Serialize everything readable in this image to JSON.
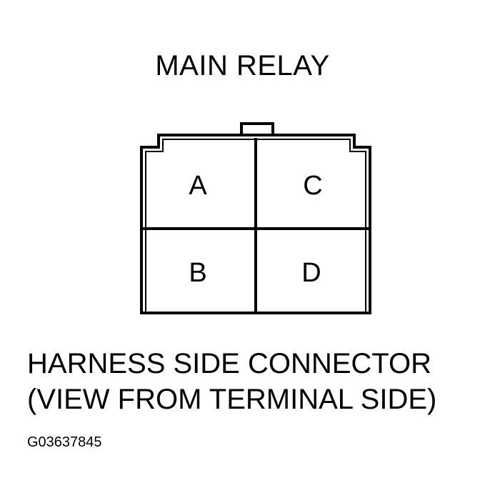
{
  "title": "MAIN RELAY",
  "connector": {
    "pins": [
      {
        "id": "A",
        "label": "A"
      },
      {
        "id": "C",
        "label": "C"
      },
      {
        "id": "B",
        "label": "B"
      },
      {
        "id": "D",
        "label": "D"
      }
    ]
  },
  "caption": {
    "line1": "HARNESS SIDE CONNECTOR",
    "line2": "(VIEW FROM TERMINAL SIDE)"
  },
  "figure_id": "G03637845"
}
